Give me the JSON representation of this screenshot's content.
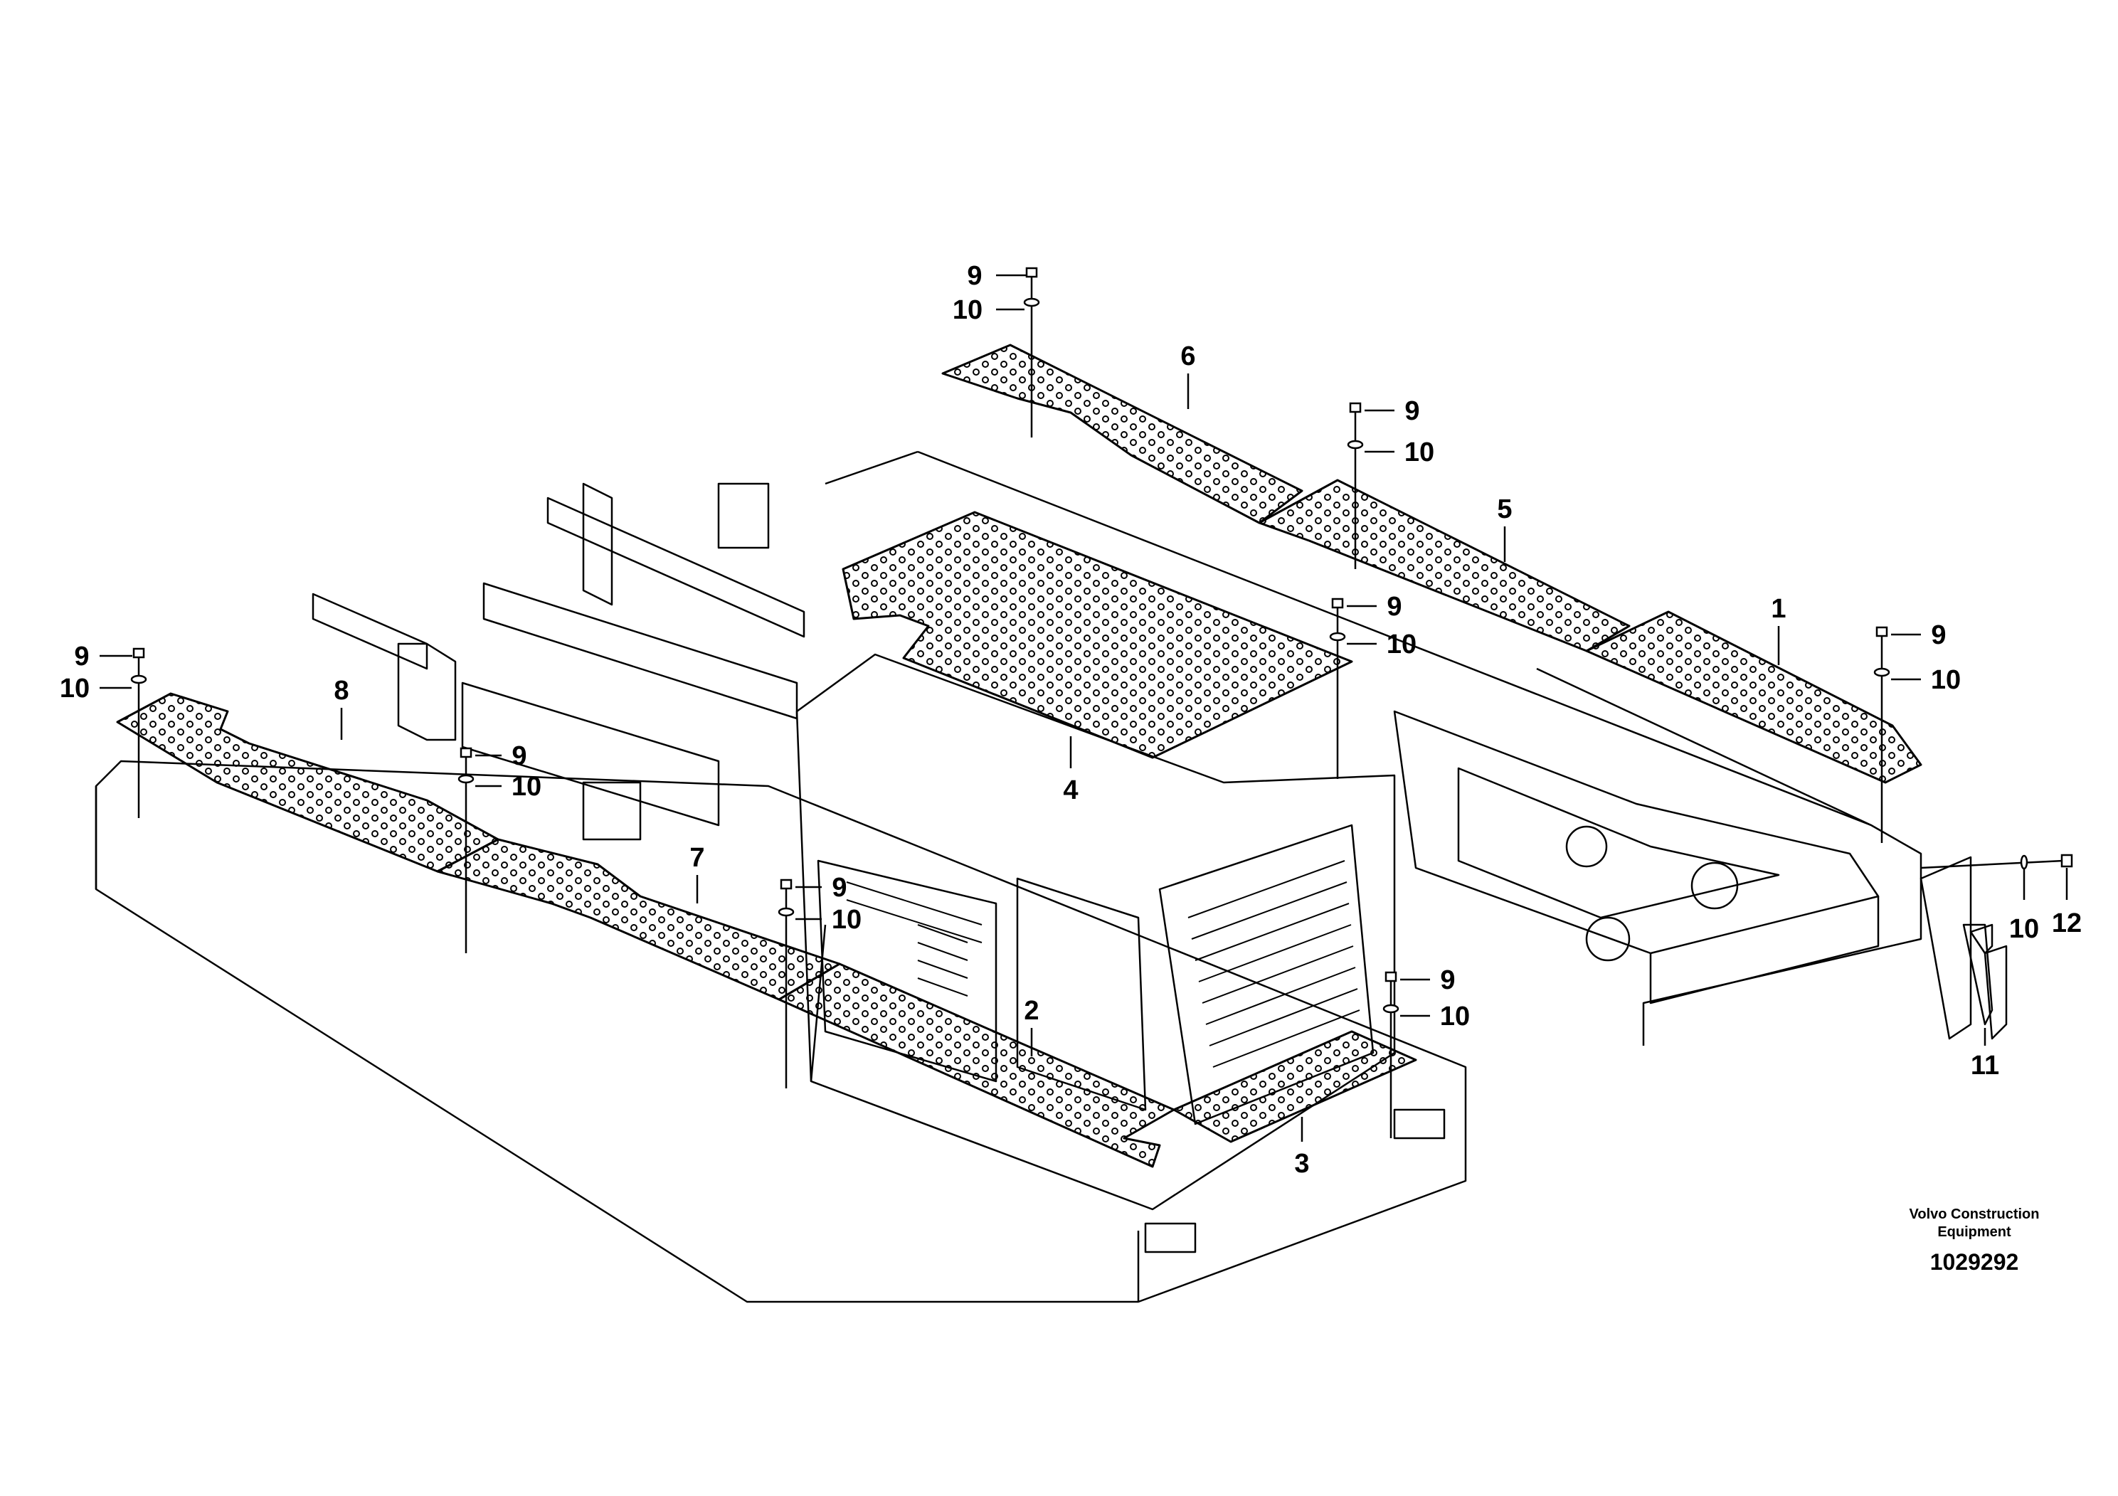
{
  "diagram": {
    "callouts": [
      {
        "id": "c1",
        "text": "1"
      },
      {
        "id": "c2",
        "text": "2"
      },
      {
        "id": "c3",
        "text": "3"
      },
      {
        "id": "c4",
        "text": "4"
      },
      {
        "id": "c5",
        "text": "5"
      },
      {
        "id": "c6",
        "text": "6"
      },
      {
        "id": "c7",
        "text": "7"
      },
      {
        "id": "c8",
        "text": "8"
      },
      {
        "id": "c11",
        "text": "11"
      },
      {
        "id": "c12",
        "text": "12"
      },
      {
        "id": "c10r",
        "text": "10"
      }
    ],
    "fastener_pairs": [
      {
        "bolt": "9",
        "washer": "10"
      },
      {
        "bolt": "9",
        "washer": "10"
      },
      {
        "bolt": "9",
        "washer": "10"
      },
      {
        "bolt": "9",
        "washer": "10"
      },
      {
        "bolt": "9",
        "washer": "10"
      },
      {
        "bolt": "9",
        "washer": "10"
      },
      {
        "bolt": "9",
        "washer": "10"
      },
      {
        "bolt": "9",
        "washer": "10"
      }
    ],
    "footer": {
      "brand_line1": "Volvo Construction",
      "brand_line2": "Equipment",
      "doc_number": "1029292"
    }
  }
}
